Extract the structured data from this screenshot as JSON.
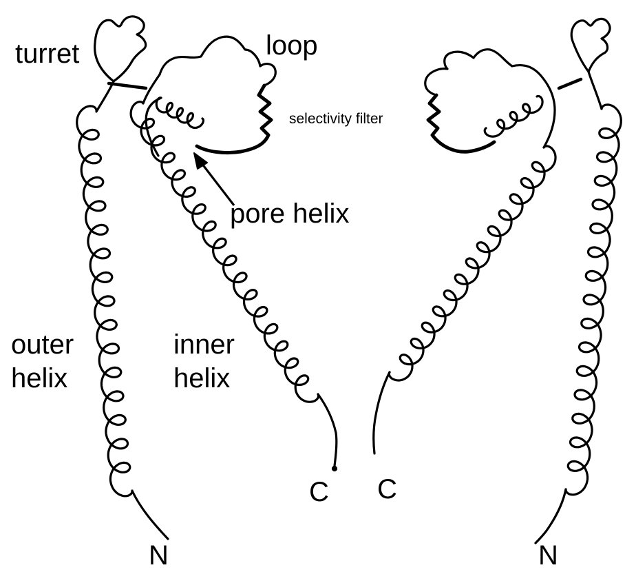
{
  "colors": {
    "background": "#ffffff",
    "ink": "#000000"
  },
  "labels": {
    "turret": "turret",
    "loop": "loop",
    "selectivity_filter": "selectivity filter",
    "pore_helix": "pore helix",
    "outer_helix_line1": "outer",
    "outer_helix_line2": "helix",
    "inner_helix_line1": "inner",
    "inner_helix_line2": "helix",
    "c_terminus_left": "C",
    "c_terminus_right": "C",
    "n_terminus_left": "N",
    "n_terminus_right": "N"
  }
}
